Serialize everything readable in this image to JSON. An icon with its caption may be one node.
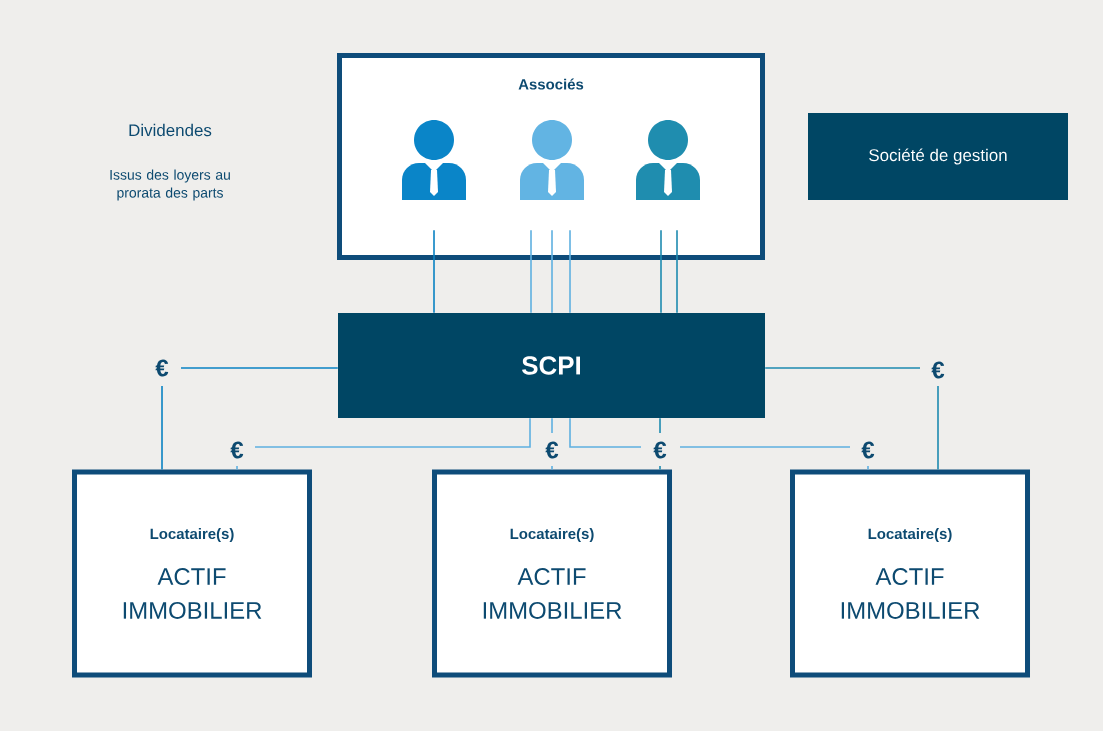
{
  "diagram": {
    "nodes": [
      {
        "text": [
          "Associés"
        ]
      },
      {
        "text": [],
        "shape": "person",
        "in": 0
      },
      {
        "text": [],
        "shape": "person",
        "in": 0
      },
      {
        "text": [],
        "shape": "person",
        "in": 0
      },
      {
        "text": [
          "Société de gestion"
        ]
      },
      {
        "text": [
          "SCPI"
        ]
      },
      {
        "text": [
          "Locataire(s)",
          "ACTIF IMMOBILIER"
        ]
      },
      {
        "text": [
          "Locataire(s)",
          "ACTIF IMMOBILIER"
        ]
      },
      {
        "text": [
          "Locataire(s)",
          "ACTIF IMMOBILIER"
        ]
      }
    ],
    "edges": [
      {
        "from": 1,
        "to": 5,
        "arrow": "none",
        "color": "#0a82c3"
      },
      {
        "from": 2,
        "to": 5,
        "arrow": "none"
      },
      {
        "from": 2,
        "to": 5,
        "arrow": "none"
      },
      {
        "from": 2,
        "to": 5,
        "arrow": "none"
      },
      {
        "from": 3,
        "to": 5,
        "arrow": "none",
        "color": "#1e8bb0"
      },
      {
        "from": 3,
        "to": 5,
        "arrow": "none",
        "color": "#1e8bb0"
      },
      {
        "from": 6,
        "to": 5,
        "arrow": "none",
        "label": "€",
        "color": "#0a82c3"
      },
      {
        "from": 6,
        "to": 5,
        "arrow": "none",
        "label": "€"
      },
      {
        "from": 7,
        "to": 5,
        "arrow": "none",
        "label": "€"
      },
      {
        "from": 7,
        "to": 5,
        "arrow": "none",
        "label": "€",
        "color": "#1e8bb0"
      },
      {
        "from": 8,
        "to": 5,
        "arrow": "none",
        "label": "€"
      },
      {
        "from": 8,
        "to": 5,
        "arrow": "none",
        "label": "€",
        "color": "#1e8bb0"
      }
    ],
    "labels": [
      "Dividendes",
      "Issus des loyers au prorata des parts"
    ]
  }
}
